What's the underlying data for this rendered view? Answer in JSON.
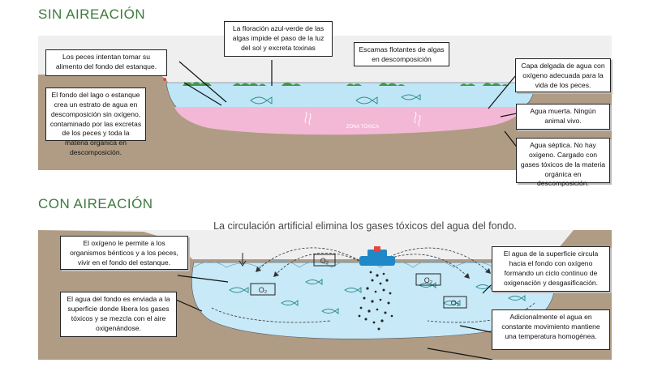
{
  "sections": {
    "without_title": "SIN AIREACIÓN",
    "with_title": "CON AIREACIÓN"
  },
  "without": {
    "callouts": {
      "fish_surface": "Los peces intentan tomar su alimento del fondo del estanque.",
      "bottom_layer": "El fondo del lago o estanque crea un estrato de agua en descomposición sin oxígeno, contaminado por las excretas de los peces y toda la materia orgánica en descomposición.",
      "algae_bloom": "La floración azul-verde de las algas impide el paso de la luz del sol y excreta toxinas",
      "algae_scum": "Escamas flotantes de algas en descomposición",
      "thin_layer": "Capa delgada de agua con oxígeno adecuada para la vida de los peces.",
      "dead_water": "Agua muerta. Ningún animal vivo.",
      "septic_water": "Agua séptica. No hay oxigeno. Cargado con gases tóxicos de la materia orgánica en descomposición."
    },
    "zone_label": "ZONA TÓXICA"
  },
  "with": {
    "banner": "La circulación artificial elimina los gases tóxicos del agua del fondo.",
    "callouts": {
      "oxygen_benthic": "El oxígeno le permite a los organismos bénticos y a los peces, vivir en el fondo del estanque.",
      "bottom_water": "El agua del fondo es enviada a la superficie donde libera los gases tóxicos y se mezcla con el aire oxigenándose.",
      "surface_circulates": "El agua de la superficie circula hacia el fondo con oxígeno formando un ciclo continuo de oxigenación y desgasificación.",
      "constant_motion": "Adicionalmente el agua en constante movimiento mantiene  una temperatura homogénea."
    },
    "o2_labels": [
      "O₂",
      "O₂",
      "O₂",
      "O₂"
    ]
  },
  "colors": {
    "title_green": "#3d7a3d",
    "water_blue": "#bfe6f6",
    "toxic_pink": "#f3b8d6",
    "soil_brown": "#b09c84",
    "algae_green": "#3e9a48",
    "aerator_blue": "#1f88c8"
  }
}
